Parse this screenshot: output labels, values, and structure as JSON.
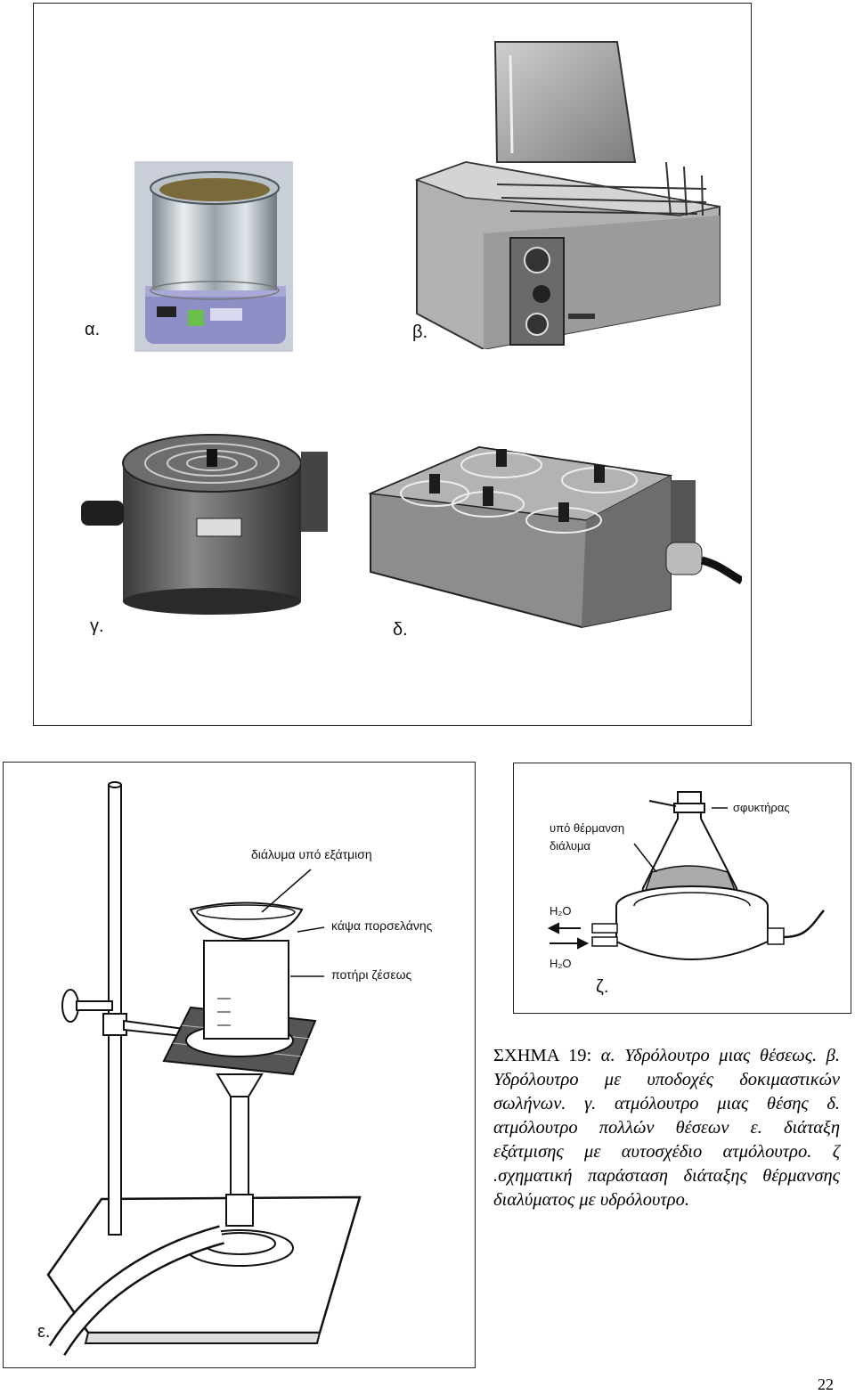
{
  "figure_panels": {
    "a": {
      "label": "α."
    },
    "b": {
      "label": "β."
    },
    "c": {
      "label": "γ."
    },
    "d": {
      "label": "δ."
    },
    "e": {
      "label": "ε.",
      "annotations": {
        "solution": "διάλυμα υπό εξάτμιση",
        "dish": "κάψα πορσελάνης",
        "beaker": "ποτήρι ζέσεως"
      }
    },
    "z": {
      "label": "ζ.",
      "annotations": {
        "heating": "υπό θέρμανση",
        "heating_2": "διάλυμα",
        "clamp": "σφυκτήρας",
        "water_in": "H₂O",
        "water_out": "H₂O"
      }
    }
  },
  "caption": {
    "head": "ΣΧΗΜΑ 19:",
    "body": "α. Υδρόλουτρο μιας θέσεως. β. Υδρόλουτρο με υποδοχές δοκιμαστικών σωλήνων. γ. ατμόλουτρο μιας θέσης δ. ατμόλουτρο πολλών θέσεων ε. διάταξη εξάτμισης με αυτοσχέδιο ατμόλουτρο. ζ .σχηματική παράσταση διάταξης θέρμανσης διαλύματος με υδρόλουτρο."
  },
  "page_number": "22"
}
